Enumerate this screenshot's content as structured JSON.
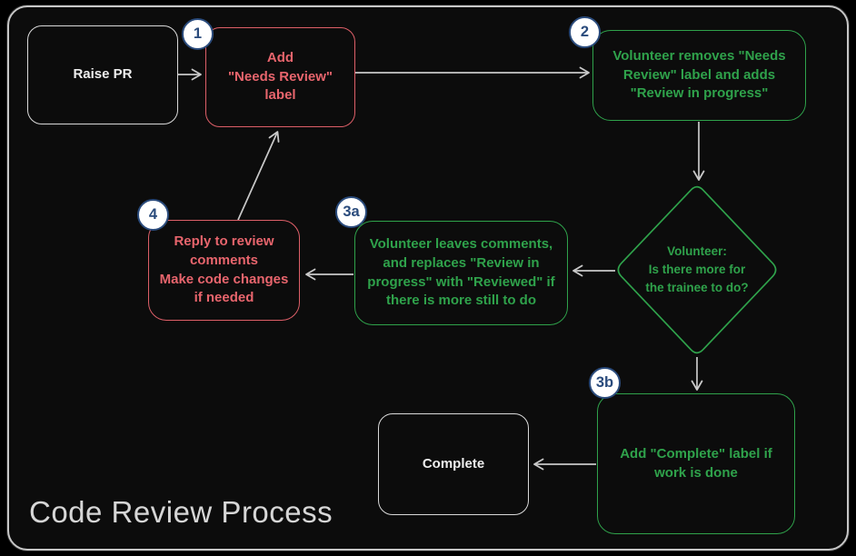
{
  "title": "Code Review Process",
  "colors": {
    "background": "#0c0c0c",
    "frame_border": "#c6c6c6",
    "red_accent": "#e8656d",
    "green_accent": "#2fa24b",
    "white_accent": "#eeeeee",
    "badge_blue": "#2a4b7c",
    "badge_fill": "#ffffff",
    "arrow_gray": "#c9c9c9"
  },
  "nodes": {
    "raise_pr": {
      "label": "Raise PR"
    },
    "step1": {
      "badge": "1",
      "label": "Add\n\"Needs Review\"\nlabel"
    },
    "step2": {
      "badge": "2",
      "label": "Volunteer removes \"Needs\nReview\" label and adds\n\"Review in progress\""
    },
    "decision": {
      "label": "Volunteer:\nIs there more for\nthe trainee to do?"
    },
    "step3a": {
      "badge": "3a",
      "label": "Volunteer leaves comments,\nand replaces \"Review in\nprogress\" with \"Reviewed\" if\nthere is more still to do"
    },
    "step4": {
      "badge": "4",
      "label": "Reply to review\ncomments\nMake code changes\nif needed"
    },
    "step3b": {
      "badge": "3b",
      "label": "Add \"Complete\" label if\nwork is done"
    },
    "complete": {
      "label": "Complete"
    }
  }
}
